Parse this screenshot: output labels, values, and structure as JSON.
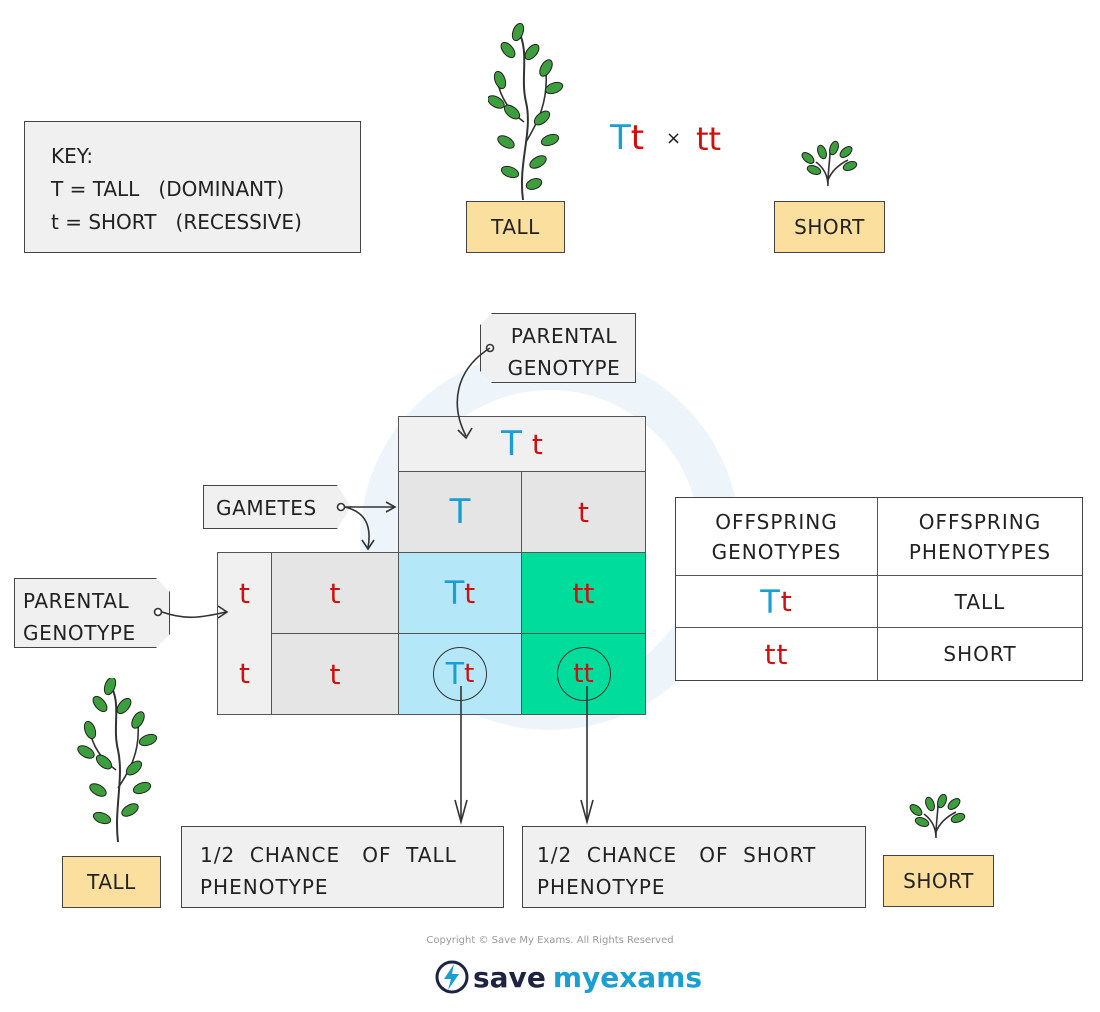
{
  "key": {
    "title": "KEY:",
    "line1": "T = TALL   (DOMINANT)",
    "line2": "t = SHORT   (RECESSIVE)"
  },
  "cross": {
    "parent1_dominant": "T",
    "parent1_recessive": "t",
    "times": "×",
    "parent2": "tt",
    "label_tall": "TALL",
    "label_short": "SHORT"
  },
  "punnett": {
    "top_genotype_T": "T",
    "top_genotype_t": "t",
    "gamete_top_1": "T",
    "gamete_top_2": "t",
    "left_genotype_1": "t",
    "left_genotype_2": "t",
    "gamete_left_1": "t",
    "gamete_left_2": "t",
    "cell_11_T": "T",
    "cell_11_t": "t",
    "cell_12": "tt",
    "cell_21_T": "T",
    "cell_21_t": "t",
    "cell_22": "tt",
    "colors": {
      "tall_cell": "#b4e8f8",
      "short_cell": "#00dc9c",
      "gamete_cell": "#e5e5e5"
    }
  },
  "tags": {
    "parental_genotype_top": "PARENTAL GENOTYPE",
    "gametes": "GAMETES",
    "parental_genotype_left": "PARENTAL GENOTYPE"
  },
  "offspring_table": {
    "header_genotypes": "OFFSPRING GENOTYPES",
    "header_phenotypes": "OFFSPRING PHENOTYPES",
    "rows": [
      {
        "genotype_dom": "T",
        "genotype_rec": "t",
        "phenotype": "TALL"
      },
      {
        "genotype_dom": "",
        "genotype_rec": "tt",
        "phenotype": "SHORT"
      }
    ]
  },
  "outcomes": {
    "tall": "1/2  CHANCE   OF  TALL PHENOTYPE",
    "short": "1/2  CHANCE   OF  SHORT PHENOTYPE",
    "label_tall": "TALL",
    "label_short": "SHORT"
  },
  "footer": {
    "copyright": "Copyright © Save My Exams. All Rights Reserved",
    "brand_save": "save",
    "brand_my": "my",
    "brand_exams": "exams"
  }
}
